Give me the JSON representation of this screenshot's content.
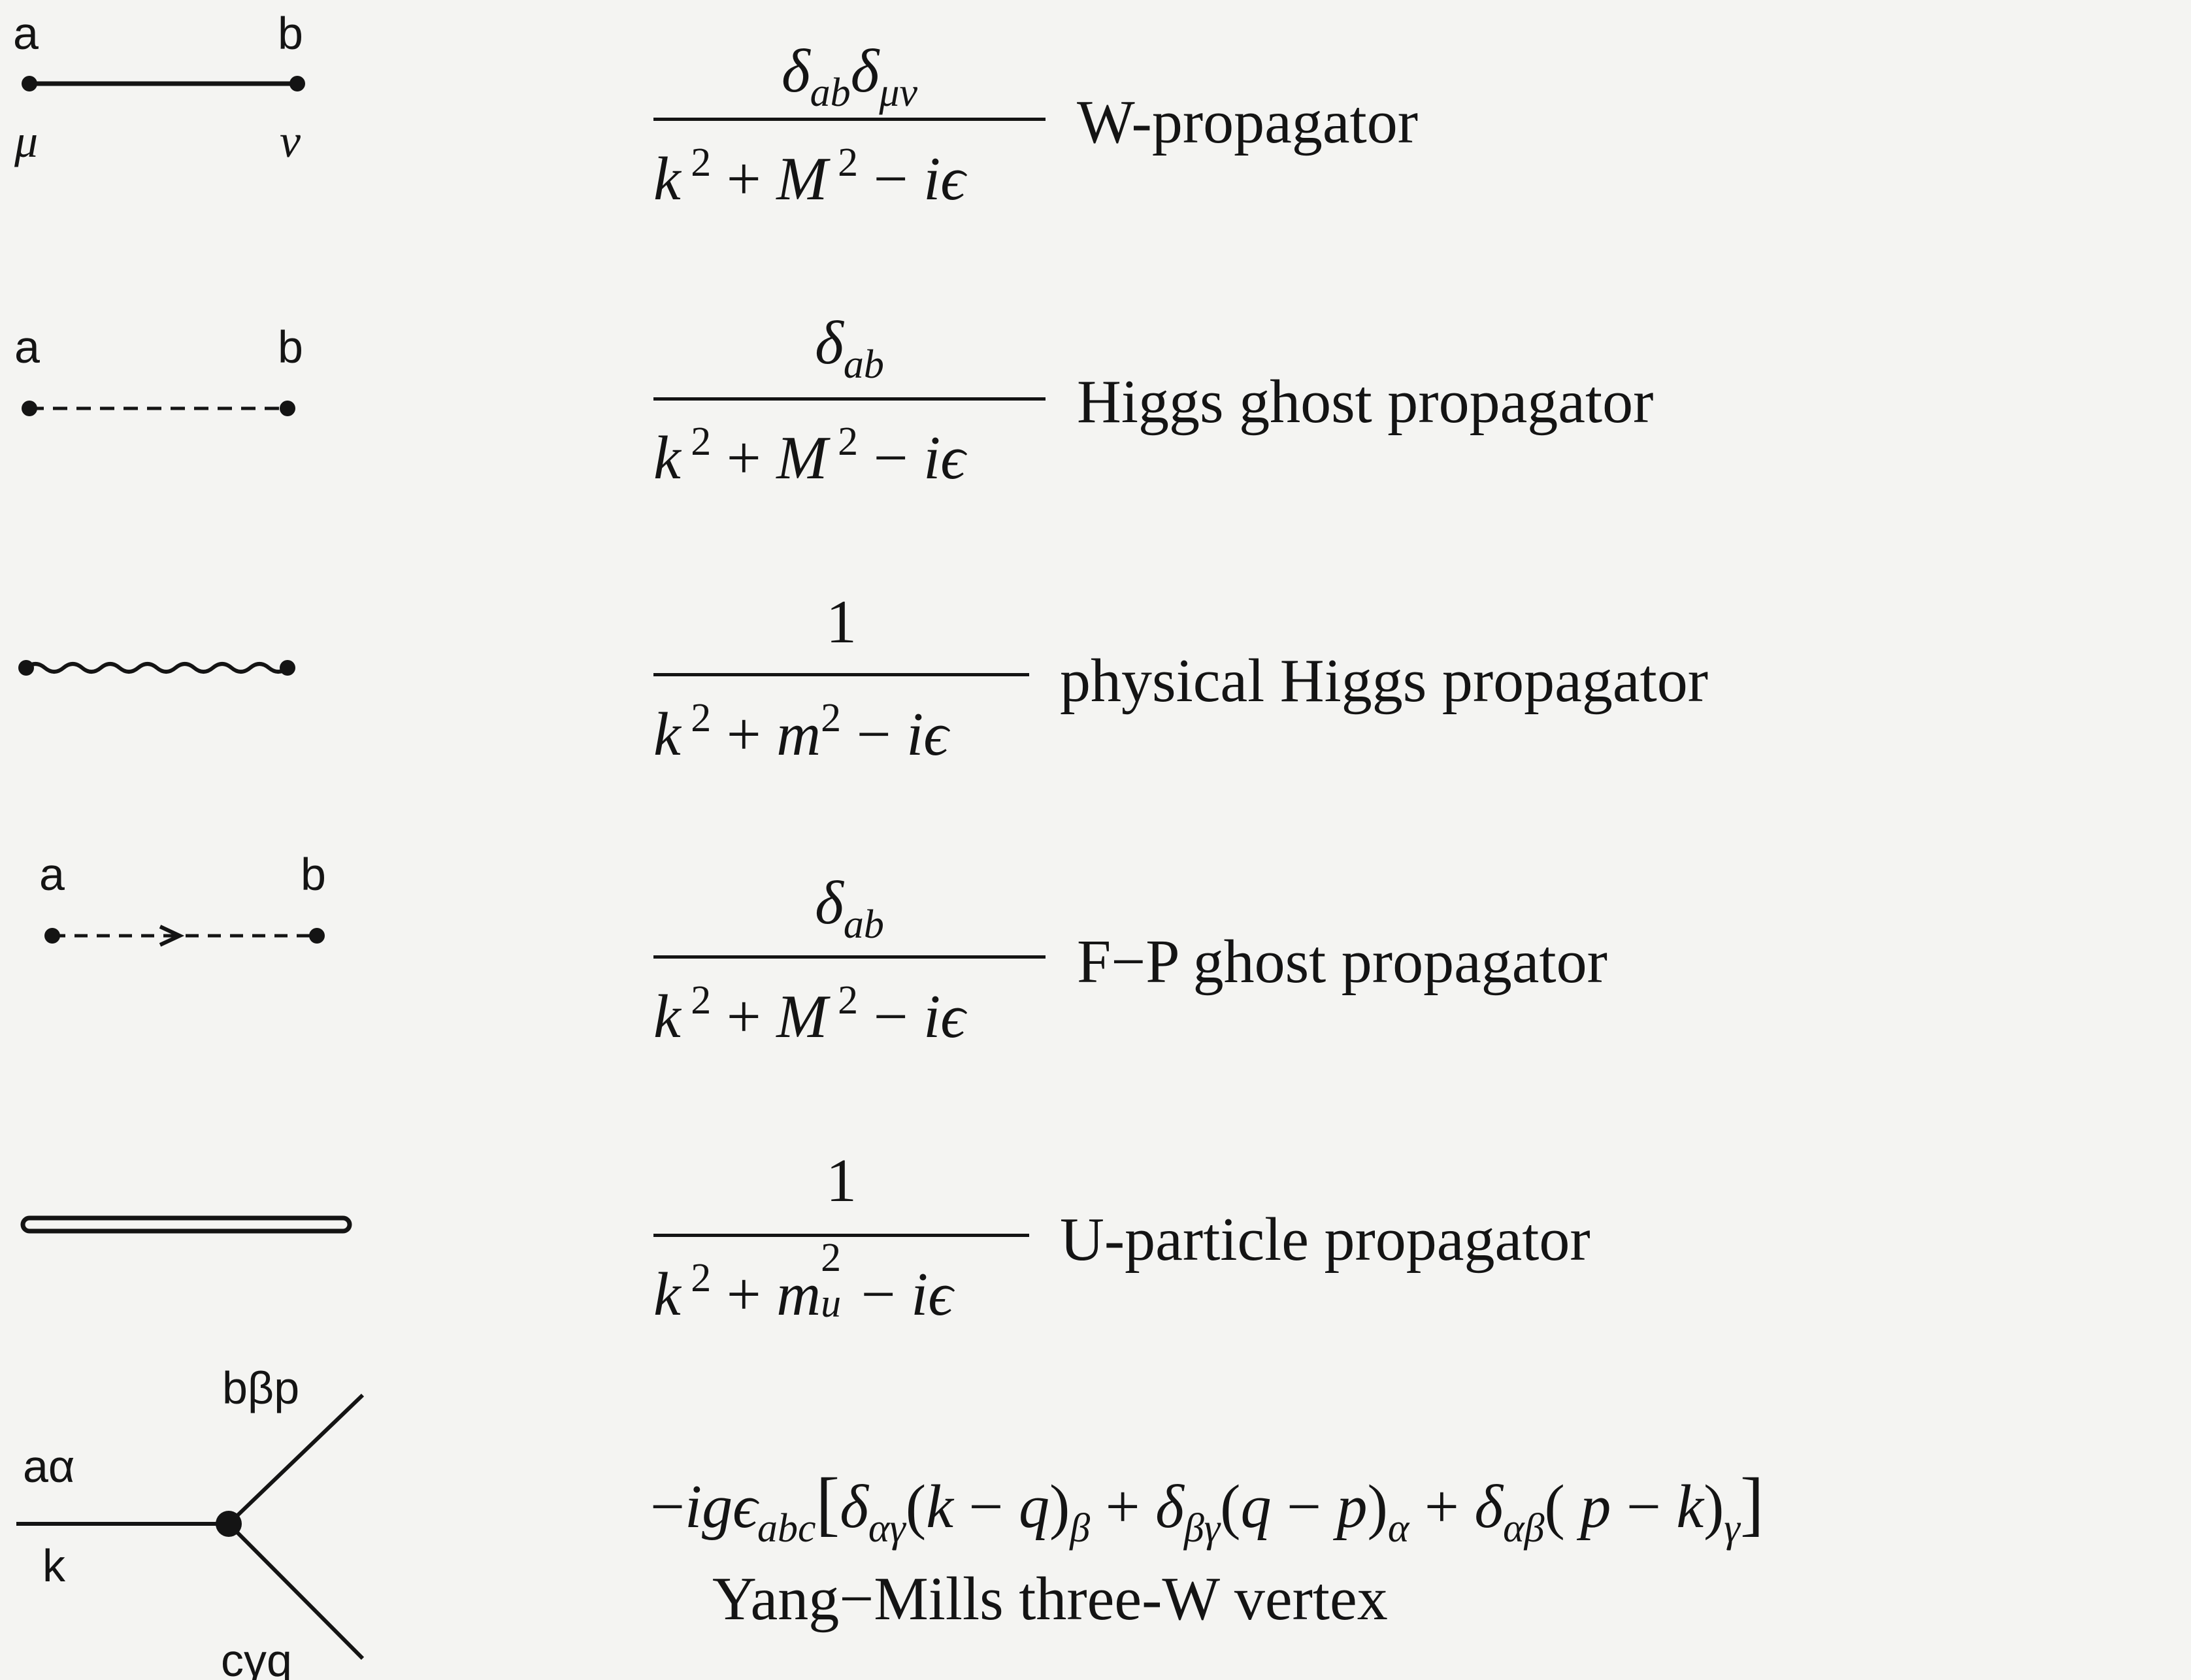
{
  "diagrams": {
    "w_line": {
      "label_a": "a",
      "label_b": "b",
      "label_mu": "μ",
      "label_nu": "ν"
    },
    "higgs_ghost_line": {
      "label_a": "a",
      "label_b": "b"
    },
    "fp_ghost_line": {
      "label_a": "a",
      "label_b": "b"
    },
    "vertex": {
      "label_in": "aα",
      "label_k": "k",
      "label_upper": "bβp",
      "label_lower": "cγq"
    }
  },
  "rules": {
    "w": {
      "numerator": "δabδμν",
      "denominator": "k2 + M2 − iϵ",
      "caption": "W-propagator"
    },
    "higgs_ghost": {
      "numerator": "δab",
      "denominator": "k2 + M2 − iϵ",
      "caption": "Higgs ghost propagator"
    },
    "physical_higgs": {
      "numerator": "1",
      "denominator": "k2 + m2 − iϵ",
      "caption": "physical Higgs propagator"
    },
    "fp_ghost": {
      "numerator": "δab",
      "denominator": "k2 + M2 − iϵ",
      "caption": "F−P ghost propagator"
    },
    "u_particle": {
      "numerator": "1",
      "denominator": "k2 + mu2 − iϵ",
      "caption": "U-particle propagator"
    },
    "vertex": {
      "expression": "−igϵabc[δαγ(k − q)β + δβγ(q − p)α + δαβ(p − k)γ]",
      "caption": "Yang−Mills three-W vertex"
    }
  }
}
